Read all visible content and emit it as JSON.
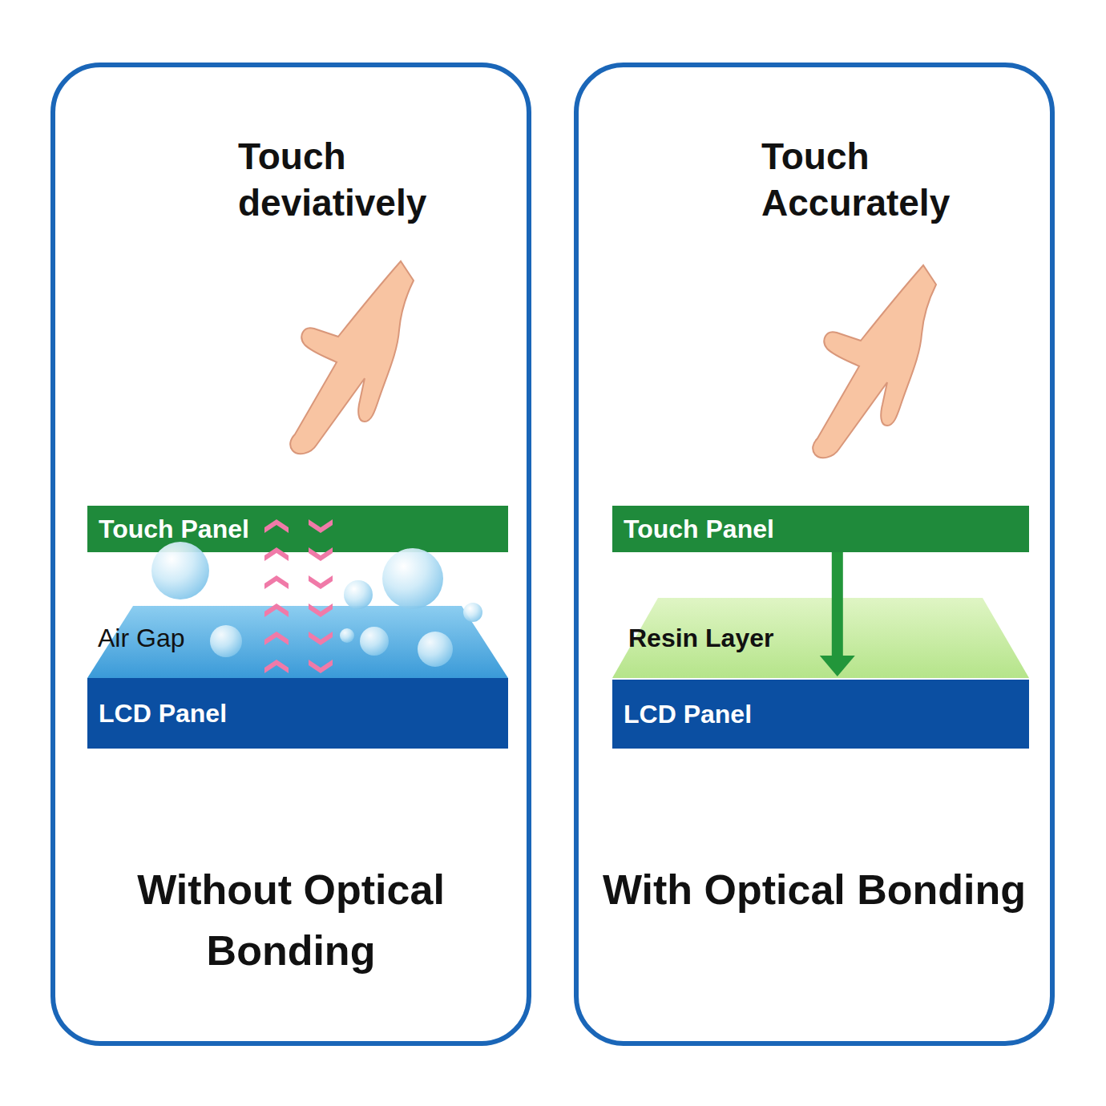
{
  "diagram": {
    "nodes": [
      {
        "text": [
          "Touch deviatively",
          "Without Optical Bonding"
        ]
      },
      {
        "text": [
          "Touch Panel"
        ],
        "in": 0
      },
      {
        "text": [
          "Air Gap"
        ],
        "in": 0
      },
      {
        "text": [
          "LCD Panel"
        ],
        "in": 0
      },
      {
        "text": [
          "Touch Accurately",
          "With Optical Bonding"
        ]
      },
      {
        "text": [
          "Touch Panel"
        ],
        "in": 4
      },
      {
        "text": [
          "Resin Layer"
        ],
        "in": 4
      },
      {
        "text": [
          "LCD Panel"
        ],
        "in": 4
      }
    ],
    "edges": [
      {
        "from": 5,
        "to": 7,
        "arrow": "to"
      }
    ]
  }
}
